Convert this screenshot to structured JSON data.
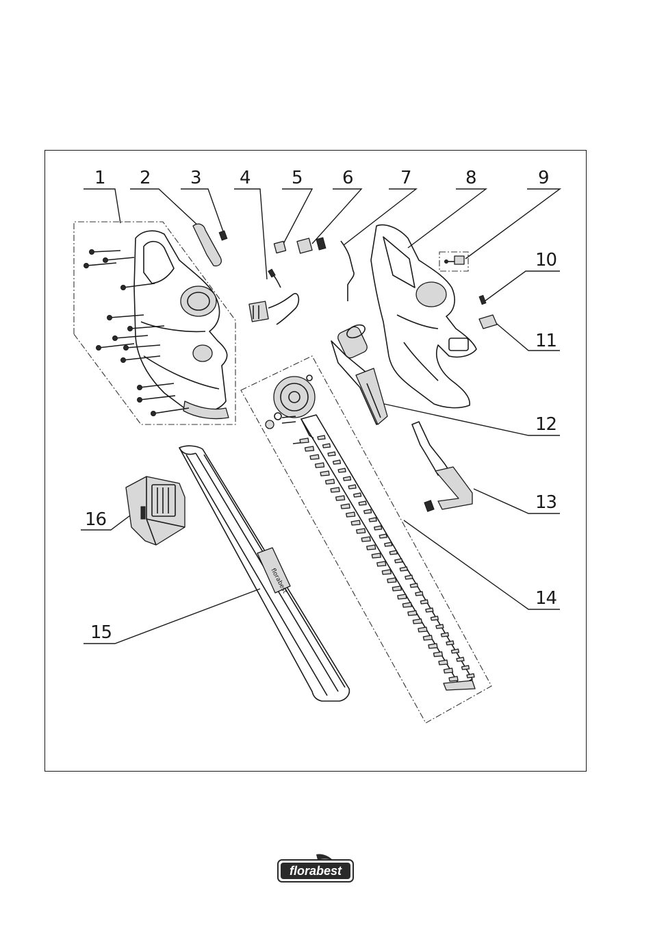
{
  "diagram": {
    "callouts": [
      "1",
      "2",
      "3",
      "4",
      "5",
      "6",
      "7",
      "8",
      "9",
      "10",
      "11",
      "12",
      "13",
      "14",
      "15",
      "16"
    ]
  },
  "parts_icons": {
    "housing_left": "housing-half-icon",
    "housing_right": "housing-half-icon",
    "motor": "motor-icon",
    "blade": "blade-icon",
    "guard": "blade-guard-icon",
    "battery": "battery-icon",
    "front_handle": "front-handle-icon"
  },
  "footer": {
    "brand": "florabest"
  },
  "colors": {
    "line": "#1a1a1a",
    "logo_bg": "#2a2a2a",
    "logo_text": "#ffffff"
  }
}
